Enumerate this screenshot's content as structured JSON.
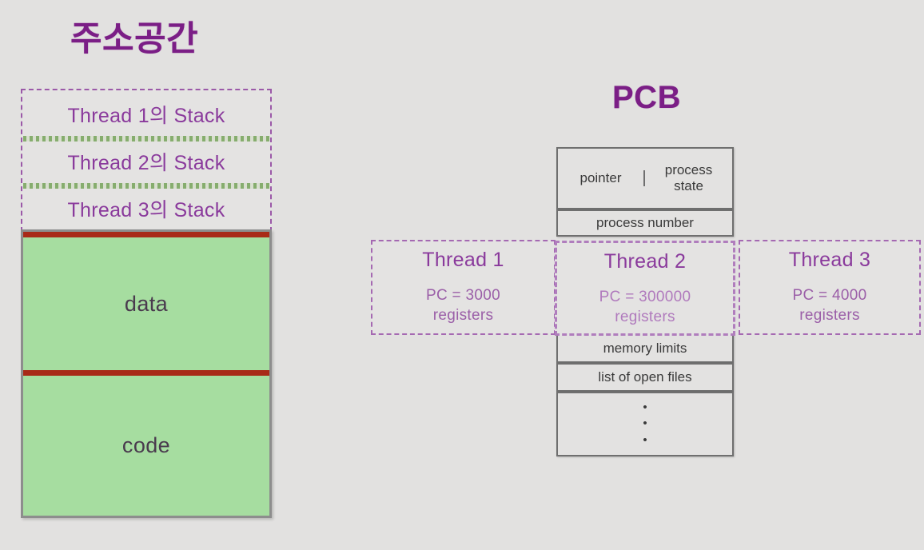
{
  "slide": {
    "background_color": "#e2e1e0",
    "titles": {
      "address_space": "주소공간",
      "pcb": "PCB"
    },
    "accent_color": "#7b1e86"
  },
  "address_space": {
    "stack_region": {
      "border_color": "#9b59a8",
      "separator_color": "#86ad6e",
      "rows": [
        {
          "label": "Thread 1의 Stack"
        },
        {
          "label": "Thread 2의 Stack"
        },
        {
          "label": "Thread 3의 Stack"
        }
      ]
    },
    "memory_block": {
      "fill_color": "#a6dda0",
      "rule_color": "#a82a18",
      "segments": [
        {
          "label": "data"
        },
        {
          "label": "code"
        }
      ]
    }
  },
  "pcb": {
    "rows": {
      "pointer": "pointer",
      "process_state": "process\nstate",
      "process_state_line1": "process",
      "process_state_line2": "state",
      "process_number": "process number",
      "memory_limits": "memory limits",
      "list_of_open_files": "list of open files",
      "ellipsis_dot": "•"
    }
  },
  "threads": [
    {
      "title": "Thread 1",
      "pc": "PC = 3000",
      "registers": "registers"
    },
    {
      "title": "Thread 2",
      "pc": "PC =  300000",
      "registers": "registers"
    },
    {
      "title": "Thread 3",
      "pc": "PC =  4000",
      "registers": "registers"
    }
  ]
}
